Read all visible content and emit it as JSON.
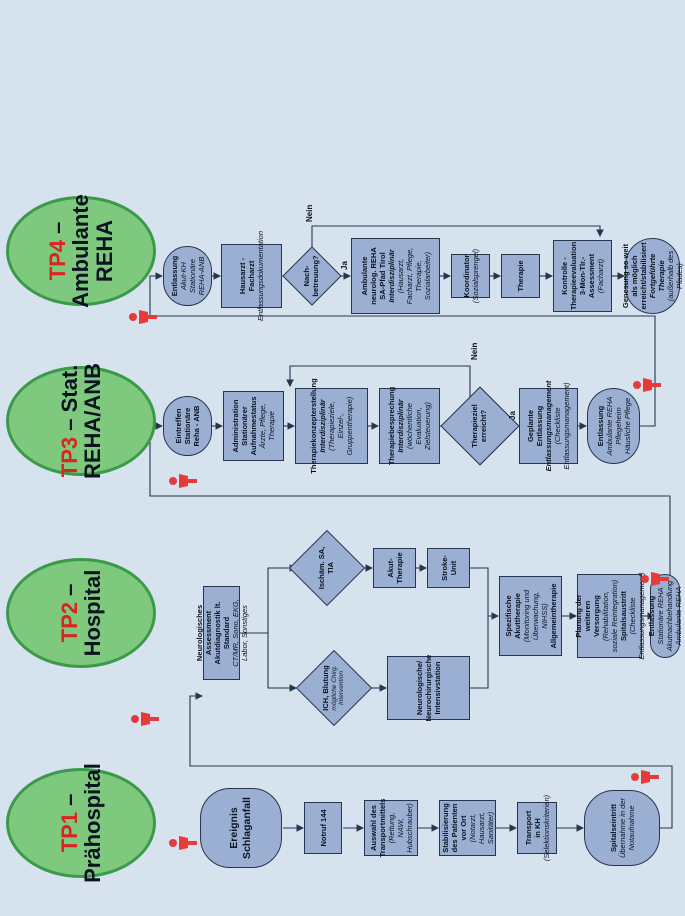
{
  "phases": {
    "tp1": {
      "code": "TP1",
      "name": "Prähospital"
    },
    "tp2": {
      "code": "TP2",
      "name": "Hospital"
    },
    "tp3": {
      "code": "TP3",
      "name": "Stat. REHA/ANB"
    },
    "tp4": {
      "code": "TP4",
      "name": "Ambulante REHA"
    }
  },
  "separator": " – ",
  "tp1": {
    "ereignis": "Ereignis Schlaganfall",
    "notruf": "Notruf 144",
    "transport_title": "Auswahl des Transportmittels",
    "transport_sub": "(Rettung, NAW, Hubschrauber)",
    "stabil_title": "Stabilisierung des Patienten vor Ort",
    "stabil_sub": "(Notarzt, Hausarzt, Sanitäter)",
    "kh_title": "Transport in KH",
    "kh_sub": "(Selektionskriterien)",
    "spital_title": "Spitalseintritt",
    "spital_sub": "Übernahme in der Notaufnahme"
  },
  "tp2": {
    "assess_title": "Neurologisches Assessment Akutdiagnostik lt. Standard",
    "assess_sub": "CT/MR, Sono, EKG, Labor, Sonstiges",
    "ich_title": "ICH, Blutung",
    "ich_sub": "mögliche Chirg. Intervention",
    "isch": "Ischäm. SA, TIA",
    "akut": "Akut-Therapie",
    "stroke": "Stroke-Unit",
    "neuro_title": "Neurologische/ Neurochirurgische Intensivstation",
    "spez_title": "Spezifische Akuttherapie",
    "spez_sub": "(Monitoring und Überwachung, NIHSS)",
    "spez_title2": "Allgemeintherapie",
    "planung_title": "Planung der weiteren Versorgung",
    "planung_sub": "(Rehabilitation, soziale Reintegration)",
    "planung_title2": "Spitalsaustritt",
    "planung_sub2": "(Checkliste Entlassungsmanagement)",
    "entl_title": "Entlassung",
    "entl_l1": "Stationäre REHA",
    "entl_l2": "Akutnachbehandlung",
    "entl_l3": "Ambulante REHA"
  },
  "tp3": {
    "eintreffen": "Eintreffen Stationäre Reha - ANB",
    "admin_title": "Administration Stationärer Aufnahmestatus",
    "admin_sub": "Ärzte, Pflege, Therapie",
    "konz_title": "Therapiekonzepterstellung",
    "konz_bi": "Interdisziplinär",
    "konz_sub": "(Therapieziele, Einzel-, Gruppentherapie)",
    "bespr_title": "Therapiebesprechung",
    "bespr_bi": "Interdisziplinär",
    "bespr_sub": "(wöchentliche Evaluation, Zielsteuerung)",
    "ziel_q": "Therapieziel erreicht?",
    "nein": "Nein",
    "ja": "Ja",
    "gepl_title": "Geplante Entlassung",
    "gepl_bi": "Entlassungsmanagement",
    "gepl_sub": "(Checkliste Entlassungsmanagement)",
    "entl_title": "Entlassung",
    "entl_l1": "Ambulante REHA",
    "entl_l2": "Pflegeheim",
    "entl_l3": "Häusliche Pflege"
  },
  "tp4": {
    "entl_title": "Entlassung",
    "entl_l1": "Akut-KH",
    "entl_l2": "Stationäre REHA-ANB",
    "haus_title": "Hausarzt - Facharzt",
    "haus_sub": "Entlassungsdokumentation",
    "nach_q": "Nach-betreuung?",
    "nein": "Nein",
    "ja": "Ja",
    "amb_title": "Ambulante neurolog. REHA SA-Pfad Tirol",
    "amb_bi": "Interdisziplinär",
    "amb_sub": "(Hausarzt, Facharzt, Pflege, Therapie, Sozialarbeiter)",
    "koord_title": "Koordinator",
    "koord_sub": "(Sozialsprengel)",
    "therapie": "Therapie",
    "kontr_title": "Kontrolle - Therapieevaluation 3-Mon-Tlr.-Assessment",
    "kontr_sub": "(Facharzt)",
    "gen_title": "Genesung so weit als möglich erreicht/stabilisiert",
    "gen_bi": "Fortgeführte Therapie",
    "gen_sub": "(außerhalb des Pfades)"
  },
  "colors": {
    "box": "#9aafd2",
    "border": "#26364f",
    "phase_fill": "#7fc97f",
    "phase_border": "#3b9a4a",
    "tp_red": "#d9241f",
    "background": "#d6e2ee",
    "person": "#e53b3b"
  }
}
